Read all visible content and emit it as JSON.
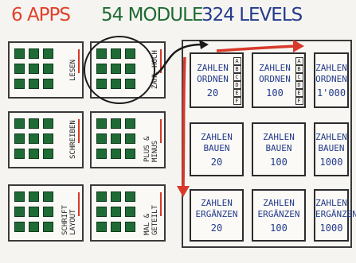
{
  "headings": {
    "apps": "6 APPS",
    "modules": "54 MODULE",
    "levels": "324 LEVELS"
  },
  "colors": {
    "apps": "#e0412b",
    "modules": "#1d6a33",
    "levels": "#233a8c",
    "arrow": "#d8392b",
    "module_square": "#1f6b35"
  },
  "apps": [
    {
      "label": "LESEN"
    },
    {
      "label": "ZAHL HOCH"
    },
    {
      "label": "SCHREIBEN"
    },
    {
      "label": "PLUS & MINUS"
    },
    {
      "label": "SCHRIFT LAYOUT"
    },
    {
      "label": "MAL & GETEILT"
    }
  ],
  "levels": [
    {
      "title": "ZAHLEN ORDNEN",
      "num": "20",
      "cols": [
        "A",
        "B",
        "C",
        "D",
        "E",
        "F"
      ]
    },
    {
      "title": "ZAHLEN ORDNEN",
      "num": "100",
      "cols": [
        "A",
        "B",
        "C",
        "D",
        "E",
        "F"
      ]
    },
    {
      "title": "ZAHLEN ORDNEN",
      "num": "1'000"
    },
    {
      "title": "ZAHLEN BAUEN",
      "num": "20"
    },
    {
      "title": "ZAHLEN BAUEN",
      "num": "100"
    },
    {
      "title": "ZAHLEN BAUEN",
      "num": "1000"
    },
    {
      "title": "ZAHLEN ERGÄNZEN",
      "num": "20"
    },
    {
      "title": "ZAHLEN ERGÄNZEN",
      "num": "100"
    },
    {
      "title": "ZAHLEN ERGÄNZEN",
      "num": "1000"
    }
  ]
}
